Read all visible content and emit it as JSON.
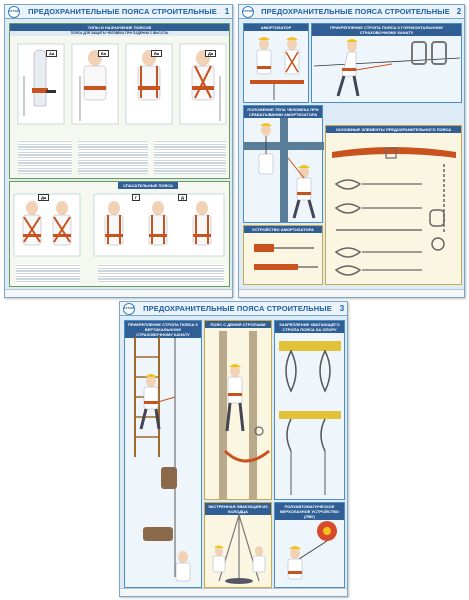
{
  "posters": [
    {
      "logo_text": "СТРОЙ",
      "title": "ПРЕДОХРАНИТЕЛЬНЫЕ ПОЯСА СТРОИТЕЛЬНЫЕ",
      "number": "1",
      "section_title": "ТИПЫ И НАЗНАЧЕНИЕ ПОЯСОВ",
      "section_sub": "ПОЯСА ДЛЯ ЗАЩИТЫ ЧЕЛОВЕКА ПРИ ПАДЕНИИ С ВЫСОТЫ",
      "rescue_title": "СПАСАТЕЛЬНЫЕ ПОЯСА",
      "type_tags": [
        "Аа",
        "Ба",
        "Ва",
        "Да",
        "Г",
        "Д"
      ]
    },
    {
      "logo_text": "СТРОЙ",
      "title": "ПРЕДОХРАНИТЕЛЬНЫЕ ПОЯСА СТРОИТЕЛЬНЫЕ",
      "number": "2",
      "absorber_title": "АМОРТИЗАТОР",
      "attach_title": "ПРИКРЕПЛЕНИЕ СТРОПА ПОЯСА К ГОРИЗОНТАЛЬНОМУ СТРАХОВОЧНОМУ КАНАТУ",
      "body_position_title": "ПОЛОЖЕНИЕ ТЕЛА ЧЕЛОВЕКА ПРИ СРАБАТЫВАНИИ АМОРТИЗАТОРА",
      "elements_title": "ОСНОВНЫЕ ЭЛЕМЕНТЫ ПРЕДОХРАНИТЕЛЬНОГО ПОЯСА",
      "device_title": "УСТРОЙСТВО АМОРТИЗАТОРА"
    },
    {
      "logo_text": "СТРОЙ",
      "title": "ПРЕДОХРАНИТЕЛЬНЫЕ ПОЯСА СТРОИТЕЛЬНЫЕ",
      "number": "3",
      "vertical_title": "ПРИКРЕПЛЕНИЕ СТРОПА ПОЯСА К ВЕРТИКАЛЬНОМУ СТРАХОВОЧНОМУ КАНАТУ",
      "pole_title": "ПОЯС С ДВУМЯ СТРОПАМИ",
      "hook_title": "ЗАКРЕПЛЕНИЕ ХВАТАЮЩЕГО СТРОПА ПОЯСА ЗА ОПОРУ",
      "evac_title": "ЭКСТРЕННАЯ ЭВАКУАЦИЯ ИЗ КОЛОДЦА",
      "retract_title": "ПОЛУАВТОМАТИЧЕСКОЕ ВЕРХОЛАЗНОЕ УСТРОЙСТВО (ПВУ)"
    }
  ],
  "colors": {
    "poster_bg": "#dcebf5",
    "title_blue": "#1f5fa6",
    "panel_header": "#2f5f94",
    "belt_orange": "#c9531f",
    "helmet_yellow": "#f3c21a"
  }
}
